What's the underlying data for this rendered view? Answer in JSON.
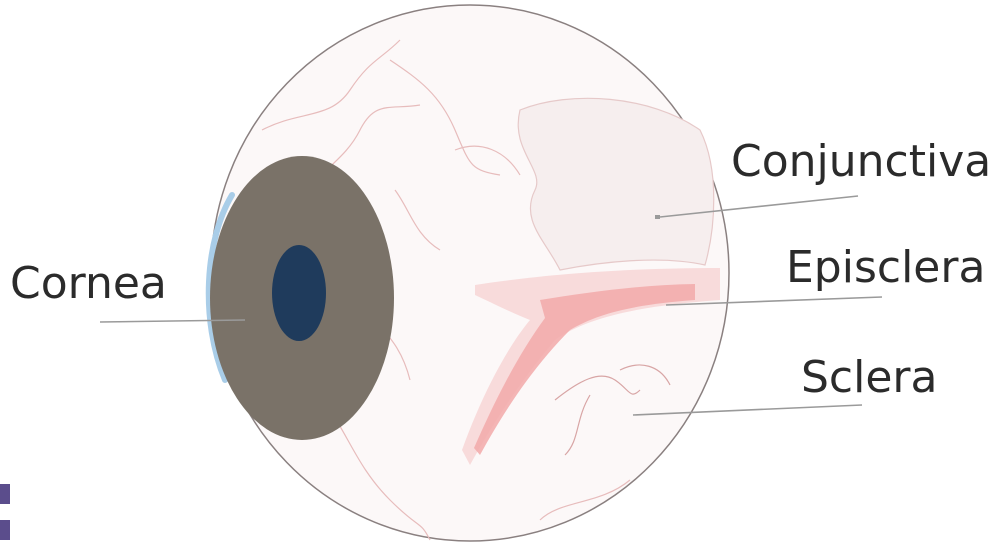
{
  "labels": {
    "conjunctiva": "Conjunctiva",
    "episclera": "Episclera",
    "sclera": "Sclera",
    "cornea": "Cornea"
  },
  "colors": {
    "iris": "#7a7268",
    "pupil": "#1f3b5c",
    "cornea_edge": "#a9cde8",
    "eyeball_outline": "#8a8080",
    "vessels": "#e7bcbc",
    "episclera_band": "#f2a9a9",
    "conjunctiva_fill": "#f3eaea",
    "leader_lines": "#9a9a9a",
    "corner_mark": "#5b4d8c"
  }
}
